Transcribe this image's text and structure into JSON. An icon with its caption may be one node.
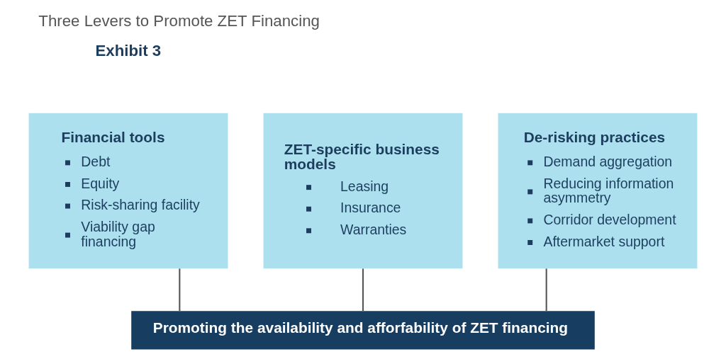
{
  "diagram": {
    "title": "Three Levers to Promote ZET Financing",
    "nodes": [
      {
        "text": [
          "Financial tools",
          "Debt",
          "Equity",
          "Risk-sharing facility",
          "Viability gap financing"
        ]
      },
      {
        "text": [
          "ZET-specific business models",
          "Leasing",
          "Insurance",
          "Warranties"
        ]
      },
      {
        "text": [
          "De-risking practices",
          "Demand aggregation",
          "Reducing information asymmetry",
          "Corridor development",
          "Aftermarket support"
        ]
      },
      {
        "text": [
          "Promoting the availability and afforfability of ZET financing"
        ]
      }
    ],
    "edges": [
      {
        "from": 0,
        "to": 3,
        "arrow": "none"
      },
      {
        "from": 1,
        "to": 3,
        "arrow": "none"
      },
      {
        "from": 2,
        "to": 3,
        "arrow": "none"
      }
    ],
    "labels": [
      "Exhibit 3"
    ]
  }
}
